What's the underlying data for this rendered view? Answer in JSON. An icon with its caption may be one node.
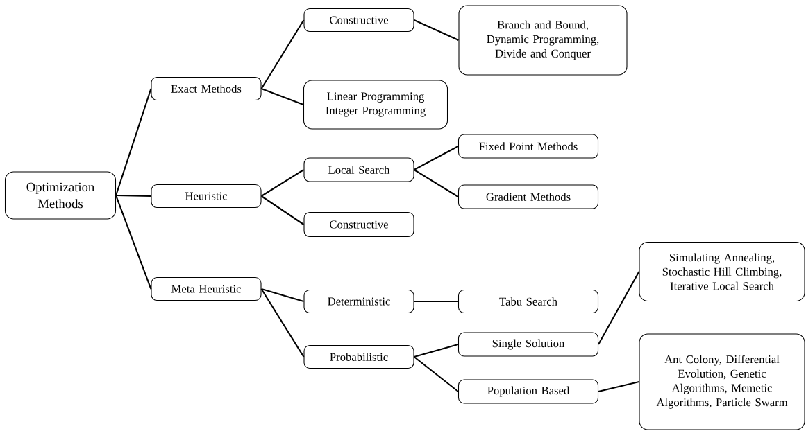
{
  "diagram": {
    "nodes": [
      {
        "text": [
          "Optimization Methods"
        ]
      },
      {
        "text": [
          "Exact Methods"
        ]
      },
      {
        "text": [
          "Heuristic"
        ]
      },
      {
        "text": [
          "Meta Heuristic"
        ]
      },
      {
        "text": [
          "Constructive"
        ]
      },
      {
        "text": [
          "Linear Programming Integer Programming"
        ]
      },
      {
        "text": [
          "Local Search"
        ]
      },
      {
        "text": [
          "Constructive"
        ]
      },
      {
        "text": [
          "Deterministic"
        ]
      },
      {
        "text": [
          "Probabilistic"
        ]
      },
      {
        "text": [
          "Branch and Bound, Dynamic Programming, Divide and Conquer"
        ]
      },
      {
        "text": [
          "Fixed Point Methods"
        ]
      },
      {
        "text": [
          "Gradient Methods"
        ]
      },
      {
        "text": [
          "Tabu Search"
        ]
      },
      {
        "text": [
          "Single Solution"
        ]
      },
      {
        "text": [
          "Population Based"
        ]
      },
      {
        "text": [
          "Simulating Annealing, Stochastic Hill Climbing, Iterative Local Search"
        ]
      },
      {
        "text": [
          "Ant Colony, Differential Evolution, Genetic Algorithms, Memetic Algorithms, Particle Swarm"
        ]
      }
    ],
    "edges": [
      {
        "from": 0,
        "to": 1,
        "arrow": "none"
      },
      {
        "from": 0,
        "to": 2,
        "arrow": "none"
      },
      {
        "from": 0,
        "to": 3,
        "arrow": "none"
      },
      {
        "from": 1,
        "to": 4,
        "arrow": "none"
      },
      {
        "from": 1,
        "to": 5,
        "arrow": "none"
      },
      {
        "from": 4,
        "to": 10,
        "arrow": "none"
      },
      {
        "from": 2,
        "to": 6,
        "arrow": "none"
      },
      {
        "from": 2,
        "to": 7,
        "arrow": "none"
      },
      {
        "from": 6,
        "to": 11,
        "arrow": "none"
      },
      {
        "from": 6,
        "to": 12,
        "arrow": "none"
      },
      {
        "from": 3,
        "to": 8,
        "arrow": "none"
      },
      {
        "from": 3,
        "to": 9,
        "arrow": "none"
      },
      {
        "from": 8,
        "to": 13,
        "arrow": "none"
      },
      {
        "from": 9,
        "to": 14,
        "arrow": "none"
      },
      {
        "from": 9,
        "to": 15,
        "arrow": "none"
      },
      {
        "from": 14,
        "to": 16,
        "arrow": "none"
      },
      {
        "from": 15,
        "to": 17,
        "arrow": "none"
      }
    ]
  }
}
